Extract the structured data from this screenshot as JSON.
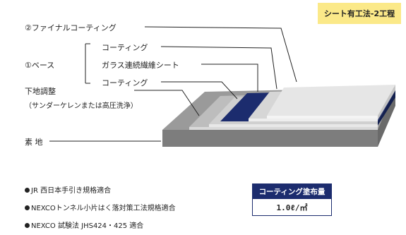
{
  "tag": "シート有工法-2工程",
  "labels": {
    "final_coating": "②ファイナルコーティング",
    "base": "①ベース",
    "coating_top": "コーティング",
    "glass_sheet": "ガラス連続繊維シート",
    "coating_bottom": "コーティング",
    "substrate_prep": "下地調整",
    "substrate_prep_note": "（サンダーケレンまたは高圧洗浄）",
    "substrate": "素 地"
  },
  "bullets": [
    "JR 西日本手引き規格適合",
    "NEXCOトンネル小片はく落対策工法規格適合",
    "NEXCO 試験法 JHS424・425 適合"
  ],
  "coating_amount": {
    "header": "コーティング塗布量",
    "value": "1.0ℓ/㎡"
  },
  "colors": {
    "tag_bg": "#fbe989",
    "navy": "#1c2c6e"
  }
}
